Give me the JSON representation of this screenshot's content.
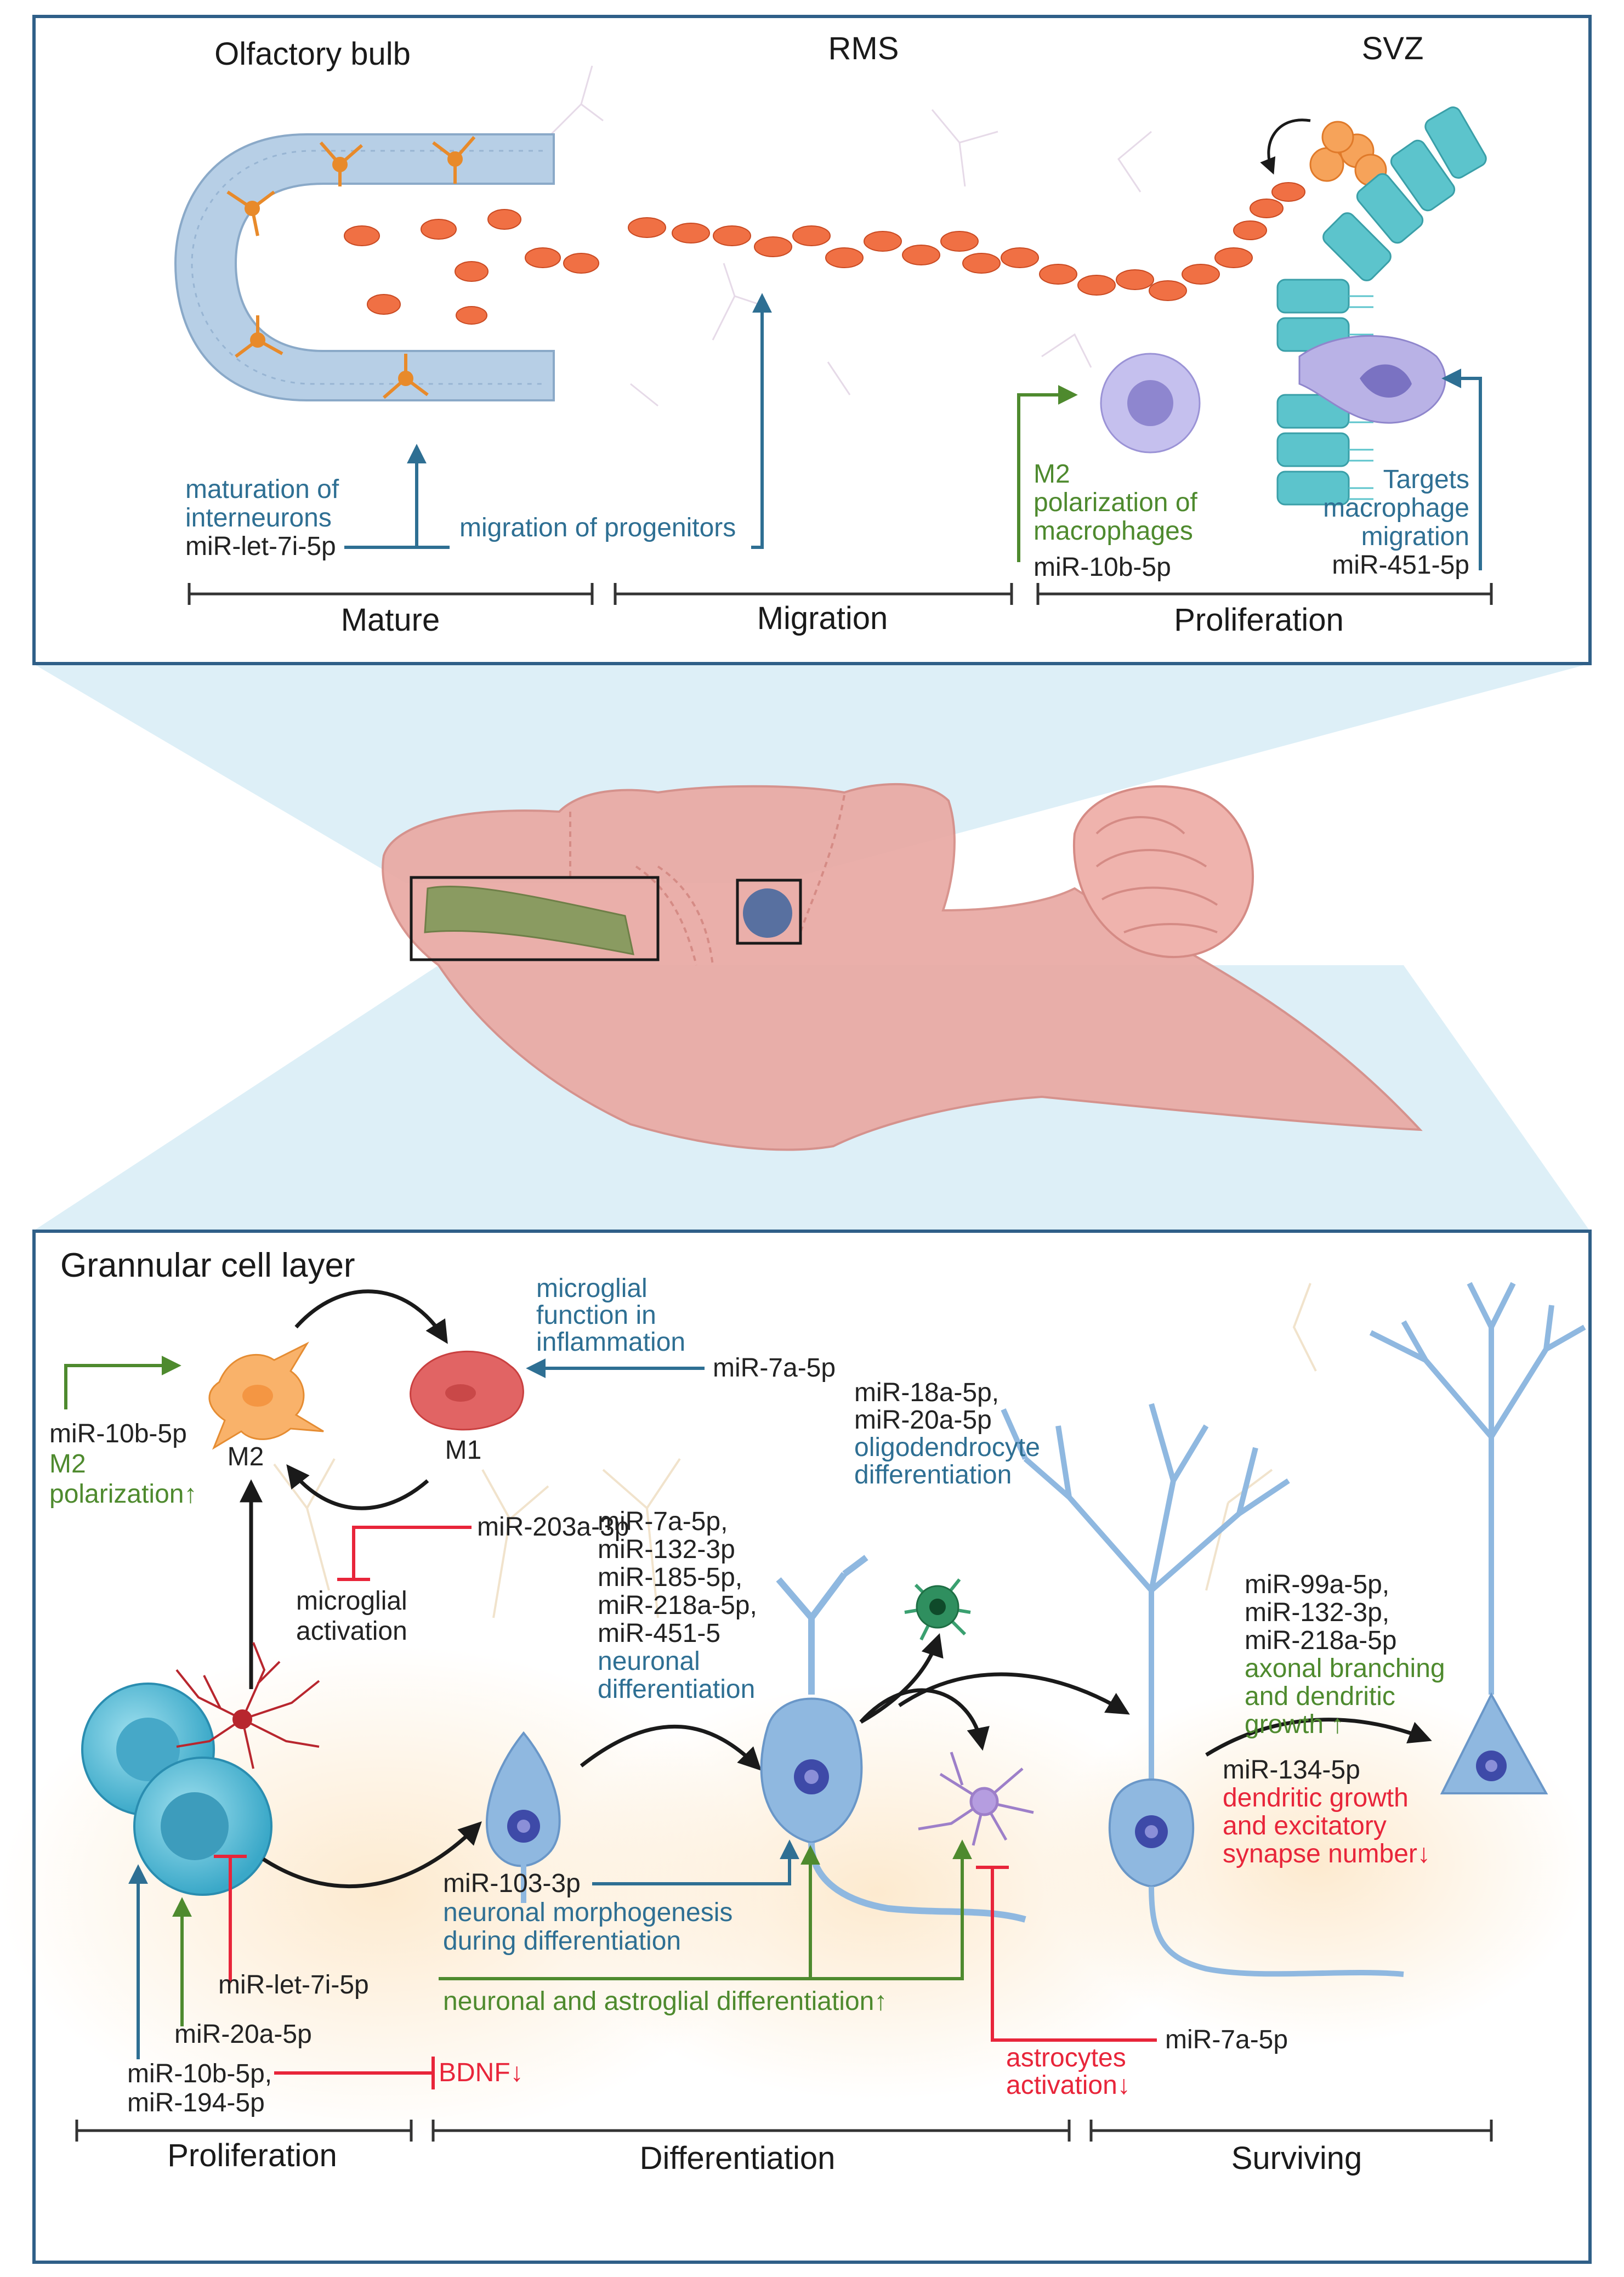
{
  "colors": {
    "frame": "#2f5f88",
    "blue": "#2e6f93",
    "green": "#4e8a2e",
    "red": "#e8253a",
    "dark": "#222222",
    "migrating_cell": "#f07044",
    "brain": "#e9a9a3",
    "neuron": "#8fb8e0",
    "progenitor": "#56bcd8",
    "svz_cell": "#5cc4cc"
  },
  "top_panel": {
    "region_labels": [
      "Olfactory bulb",
      "RMS",
      "SVZ"
    ],
    "stages": [
      "Mature",
      "Migration",
      "Proliferation"
    ],
    "annotations": {
      "maturation": [
        "maturation of",
        "interneurons"
      ],
      "let7i": "miR-let-7i-5p",
      "migration_progenitors": "migration of progenitors",
      "m2_polarization": [
        "M2",
        "polarization of",
        "macrophages"
      ],
      "mir10b": "miR-10b-5p",
      "targets": [
        "Targets",
        "macrophage",
        "migration"
      ],
      "mir451": "miR-451-5p"
    }
  },
  "bottom_panel": {
    "title": "Grannular cell layer",
    "stages": [
      "Proliferation",
      "Differentiation",
      "Surviving"
    ],
    "labels": {
      "m2": "M2",
      "m1": "M1",
      "microglial_function": [
        "microglial",
        "function in",
        "inflammation"
      ],
      "mir7a_top": "miR-7a-5p",
      "mir10b_m2": "miR-10b-5p",
      "m2_polarization_up": [
        "M2",
        "polarization↑"
      ],
      "mir203a": "miR-203a-3p",
      "microglial_activation": [
        "microglial",
        "activation"
      ],
      "oligo_mirs": [
        "miR-18a-5p,",
        "miR-20a-5p"
      ],
      "oligo_diff": [
        "oligodendrocyte",
        "differentiation"
      ],
      "neuronal_mirs": [
        "miR-7a-5p,",
        "miR-132-3p",
        "miR-185-5p,",
        "miR-218a-5p,",
        "miR-451-5"
      ],
      "neuronal_diff": [
        "neuronal",
        "differentiation"
      ],
      "axonal_mirs": [
        "miR-99a-5p,",
        "miR-132-3p,",
        "miR-218a-5p"
      ],
      "axonal_text": [
        "axonal branching",
        "and dendritic",
        "growth ↑"
      ],
      "mir134": "miR-134-5p",
      "dendritic_text": [
        "dendritic growth",
        "and excitatory",
        "synapse number↓"
      ],
      "mir103": "miR-103-3p",
      "morphogenesis": [
        "neuronal morphogenesis",
        "during differentiation"
      ],
      "mir_let7i": "miR-let-7i-5p",
      "astro_diff": "neuronal and astroglial differentiation↑",
      "mir20a": "miR-20a-5p",
      "mir10b_194": [
        "miR-10b-5p,",
        "miR-194-5p"
      ],
      "bdnf": "BDNF↓",
      "mir7a_bottom": "miR-7a-5p",
      "astro_activation": [
        "astrocytes",
        "activation↓"
      ]
    }
  }
}
